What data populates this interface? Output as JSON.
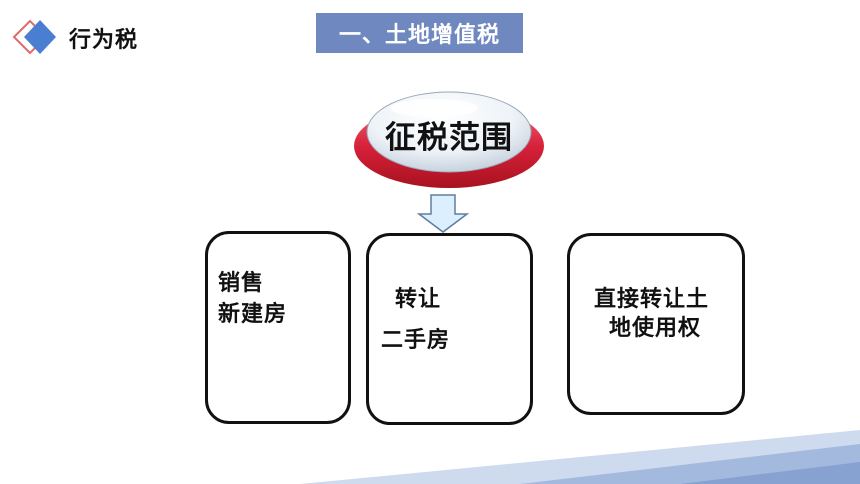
{
  "header": {
    "section_label": "行为税",
    "title": "一、土地增值税"
  },
  "center": {
    "label": "征税范围"
  },
  "boxes": [
    {
      "line1": "销售",
      "line2": "新建房"
    },
    {
      "line1": "转让",
      "line2": "二手房"
    },
    {
      "line1": "直接转让土",
      "line2": "地使用权"
    }
  ],
  "colors": {
    "banner": "#6f88bf",
    "pill_red": "#d7213a",
    "diamond_blue": "#4a7ed1",
    "arrow_fill": "#dcefff",
    "stripe_blue": "#9fb6dc"
  }
}
